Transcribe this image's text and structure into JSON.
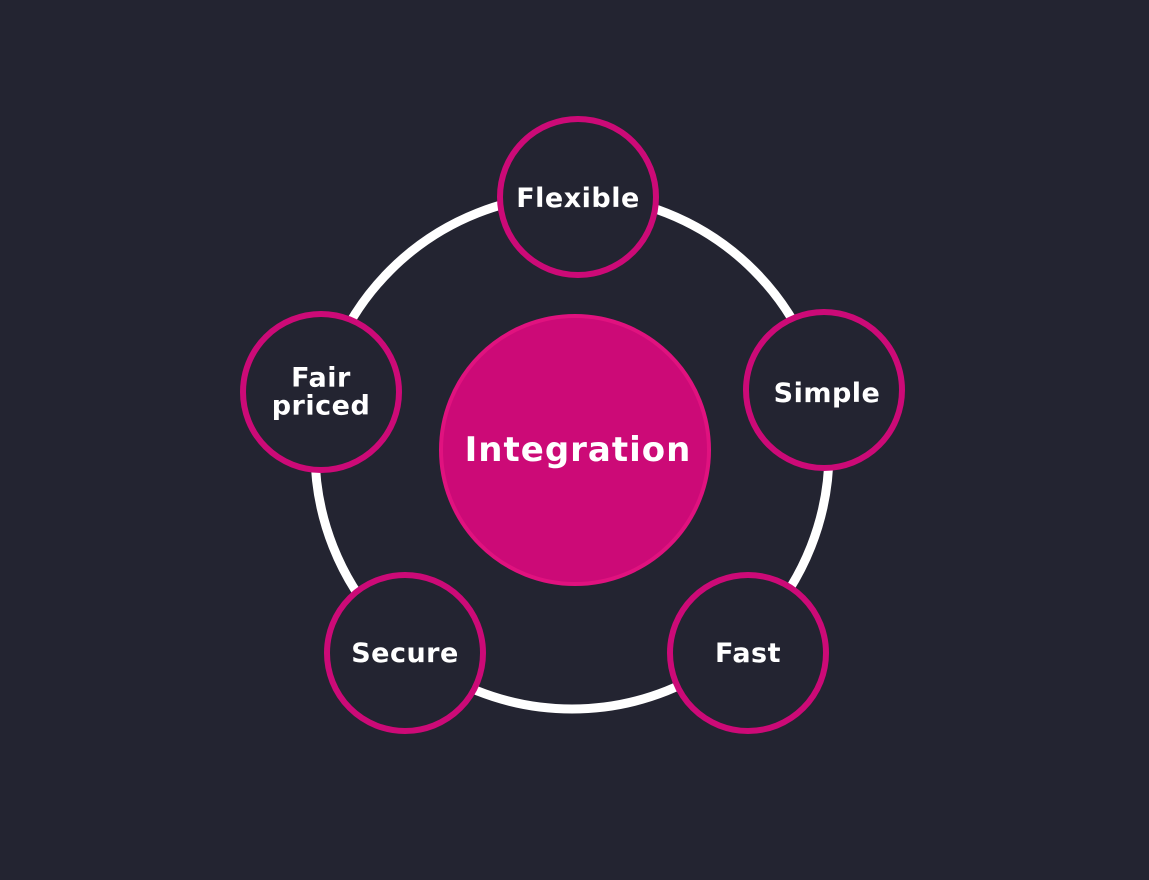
{
  "colors": {
    "background": "#232431",
    "ring": "#ffffff",
    "accent": "#cc0a77",
    "node_fill": "#232431",
    "text": "#ffffff"
  },
  "center": {
    "label": "Integration"
  },
  "nodes": [
    {
      "id": "flexible",
      "label_lines": [
        "Flexible"
      ]
    },
    {
      "id": "simple",
      "label_lines": [
        "Simple"
      ]
    },
    {
      "id": "fast",
      "label_lines": [
        "Fast"
      ]
    },
    {
      "id": "secure",
      "label_lines": [
        "Secure"
      ]
    },
    {
      "id": "fair-priced",
      "label_lines": [
        "Fair",
        "priced"
      ]
    }
  ]
}
